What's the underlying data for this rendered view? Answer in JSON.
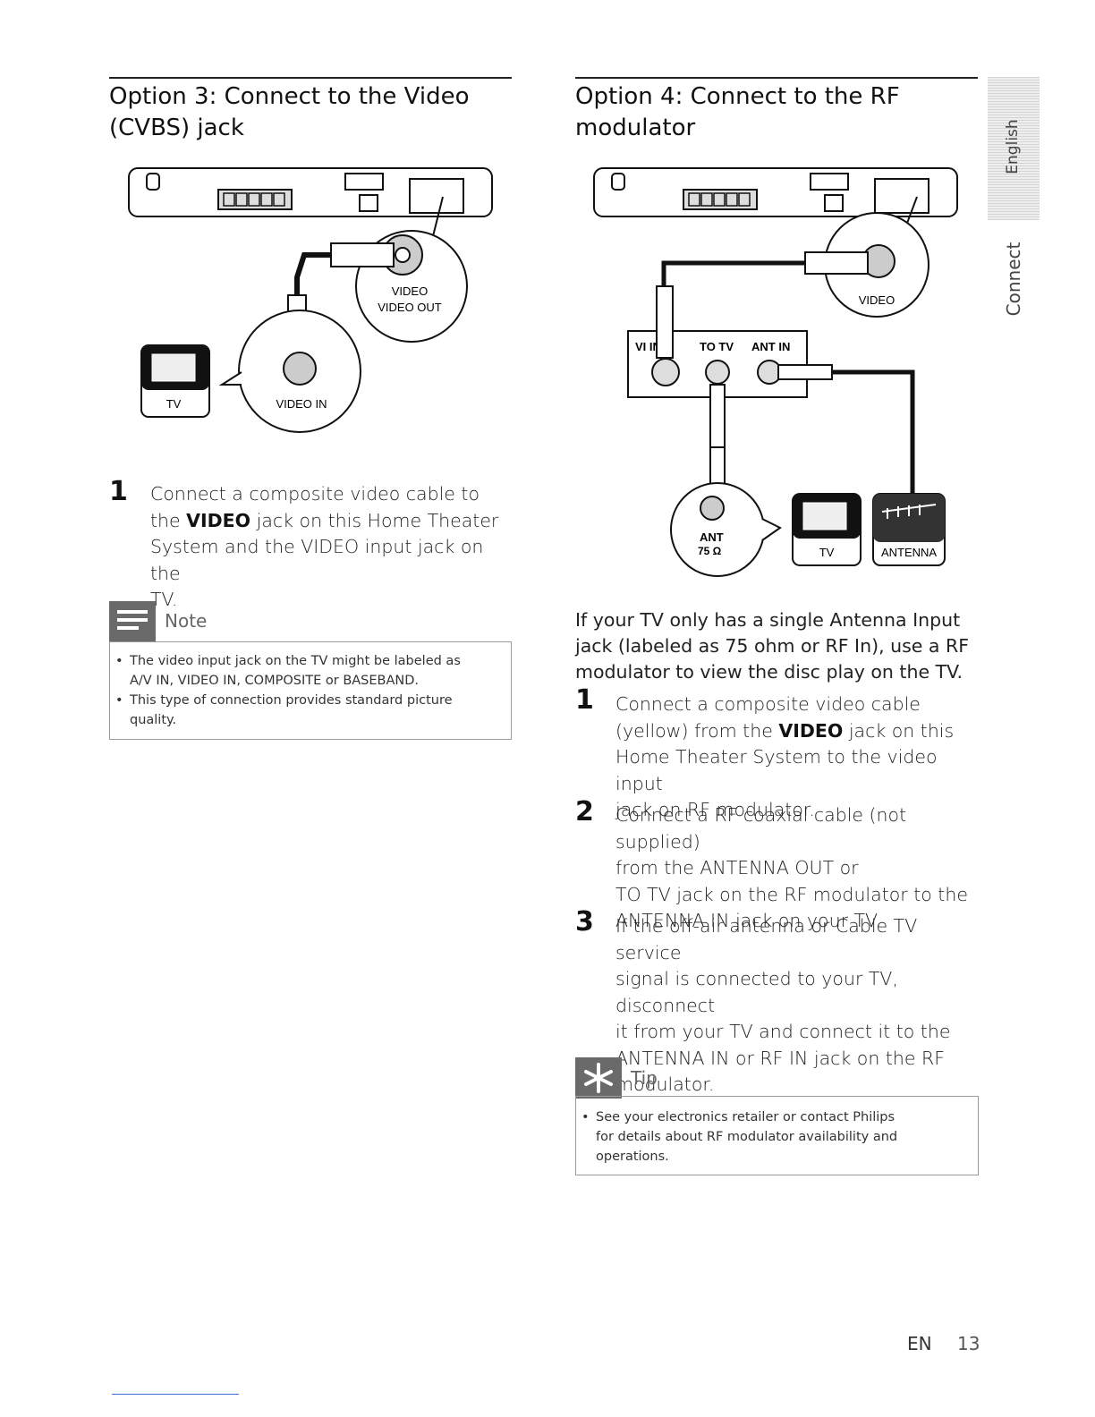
{
  "side_tabs": {
    "language": "English",
    "section": "Connect"
  },
  "option3": {
    "title_line1": "Option 3: Connect to the Video",
    "title_line2": "(CVBS) jack",
    "diagram": {
      "video_label": "VIDEO",
      "video_out_label": "VIDEO OUT",
      "tv_label": "TV",
      "video_in_label": "VIDEO IN"
    },
    "step1": {
      "number": "1",
      "line1": "Connect a composite video cable to",
      "line2_pre": "the ",
      "line2_bold": "VIDEO",
      "line2_post": " jack on this Home Theater",
      "line3": "System and the VIDEO input jack on the",
      "line4": "TV."
    },
    "note": {
      "title": "Note",
      "item1_line1": "The video input jack on the TV might be labeled as",
      "item1_line2": "A/V IN, VIDEO IN, COMPOSITE or BASEBAND.",
      "item2_line1": "This type of connection provides standard picture",
      "item2_line2": "quality."
    }
  },
  "option4": {
    "title_line1": "Option 4: Connect to the RF",
    "title_line2": "modulator",
    "diagram": {
      "video_label": "VIDEO",
      "vid_in_label": "VI   IN",
      "to_tv_label": "TO TV",
      "ant_in_label": "ANT IN",
      "ant_label": "ANT",
      "ohm_label": "75 Ω",
      "tv_label": "TV",
      "antenna_label": "ANTENNA"
    },
    "intro_line1": "If your TV only has a single Antenna Input",
    "intro_line2": "jack (labeled as 75 ohm or RF In), use a RF",
    "intro_line3": "modulator to view the disc play on the TV.",
    "step1": {
      "number": "1",
      "line1": "Connect a composite video cable",
      "line2_pre": "(yellow) from the ",
      "line2_bold": "VIDEO",
      "line2_post": " jack on this",
      "line3": "Home Theater System to the video input",
      "line4": "jack on RF modulator."
    },
    "step2": {
      "number": "2",
      "line1": "Connect a RF coaxial cable (not supplied)",
      "line2": "from the ANTENNA OUT or",
      "line3": "TO TV jack on the RF modulator to the",
      "line4": "ANTENNA IN jack on your TV."
    },
    "step3": {
      "number": "3",
      "line1": "If the off-air antenna or Cable TV service",
      "line2": "signal is connected to your TV, disconnect",
      "line3": "it from your TV and connect it to the",
      "line4": "ANTENNA IN or RF IN jack on the RF",
      "line5": "modulator."
    },
    "tip": {
      "title": "Tip",
      "item1_line1": "See your electronics retailer or contact Philips",
      "item1_line2": "for details about RF modulator availability and",
      "item1_line3": "operations."
    }
  },
  "footer": {
    "lang": "EN",
    "page": "13"
  }
}
